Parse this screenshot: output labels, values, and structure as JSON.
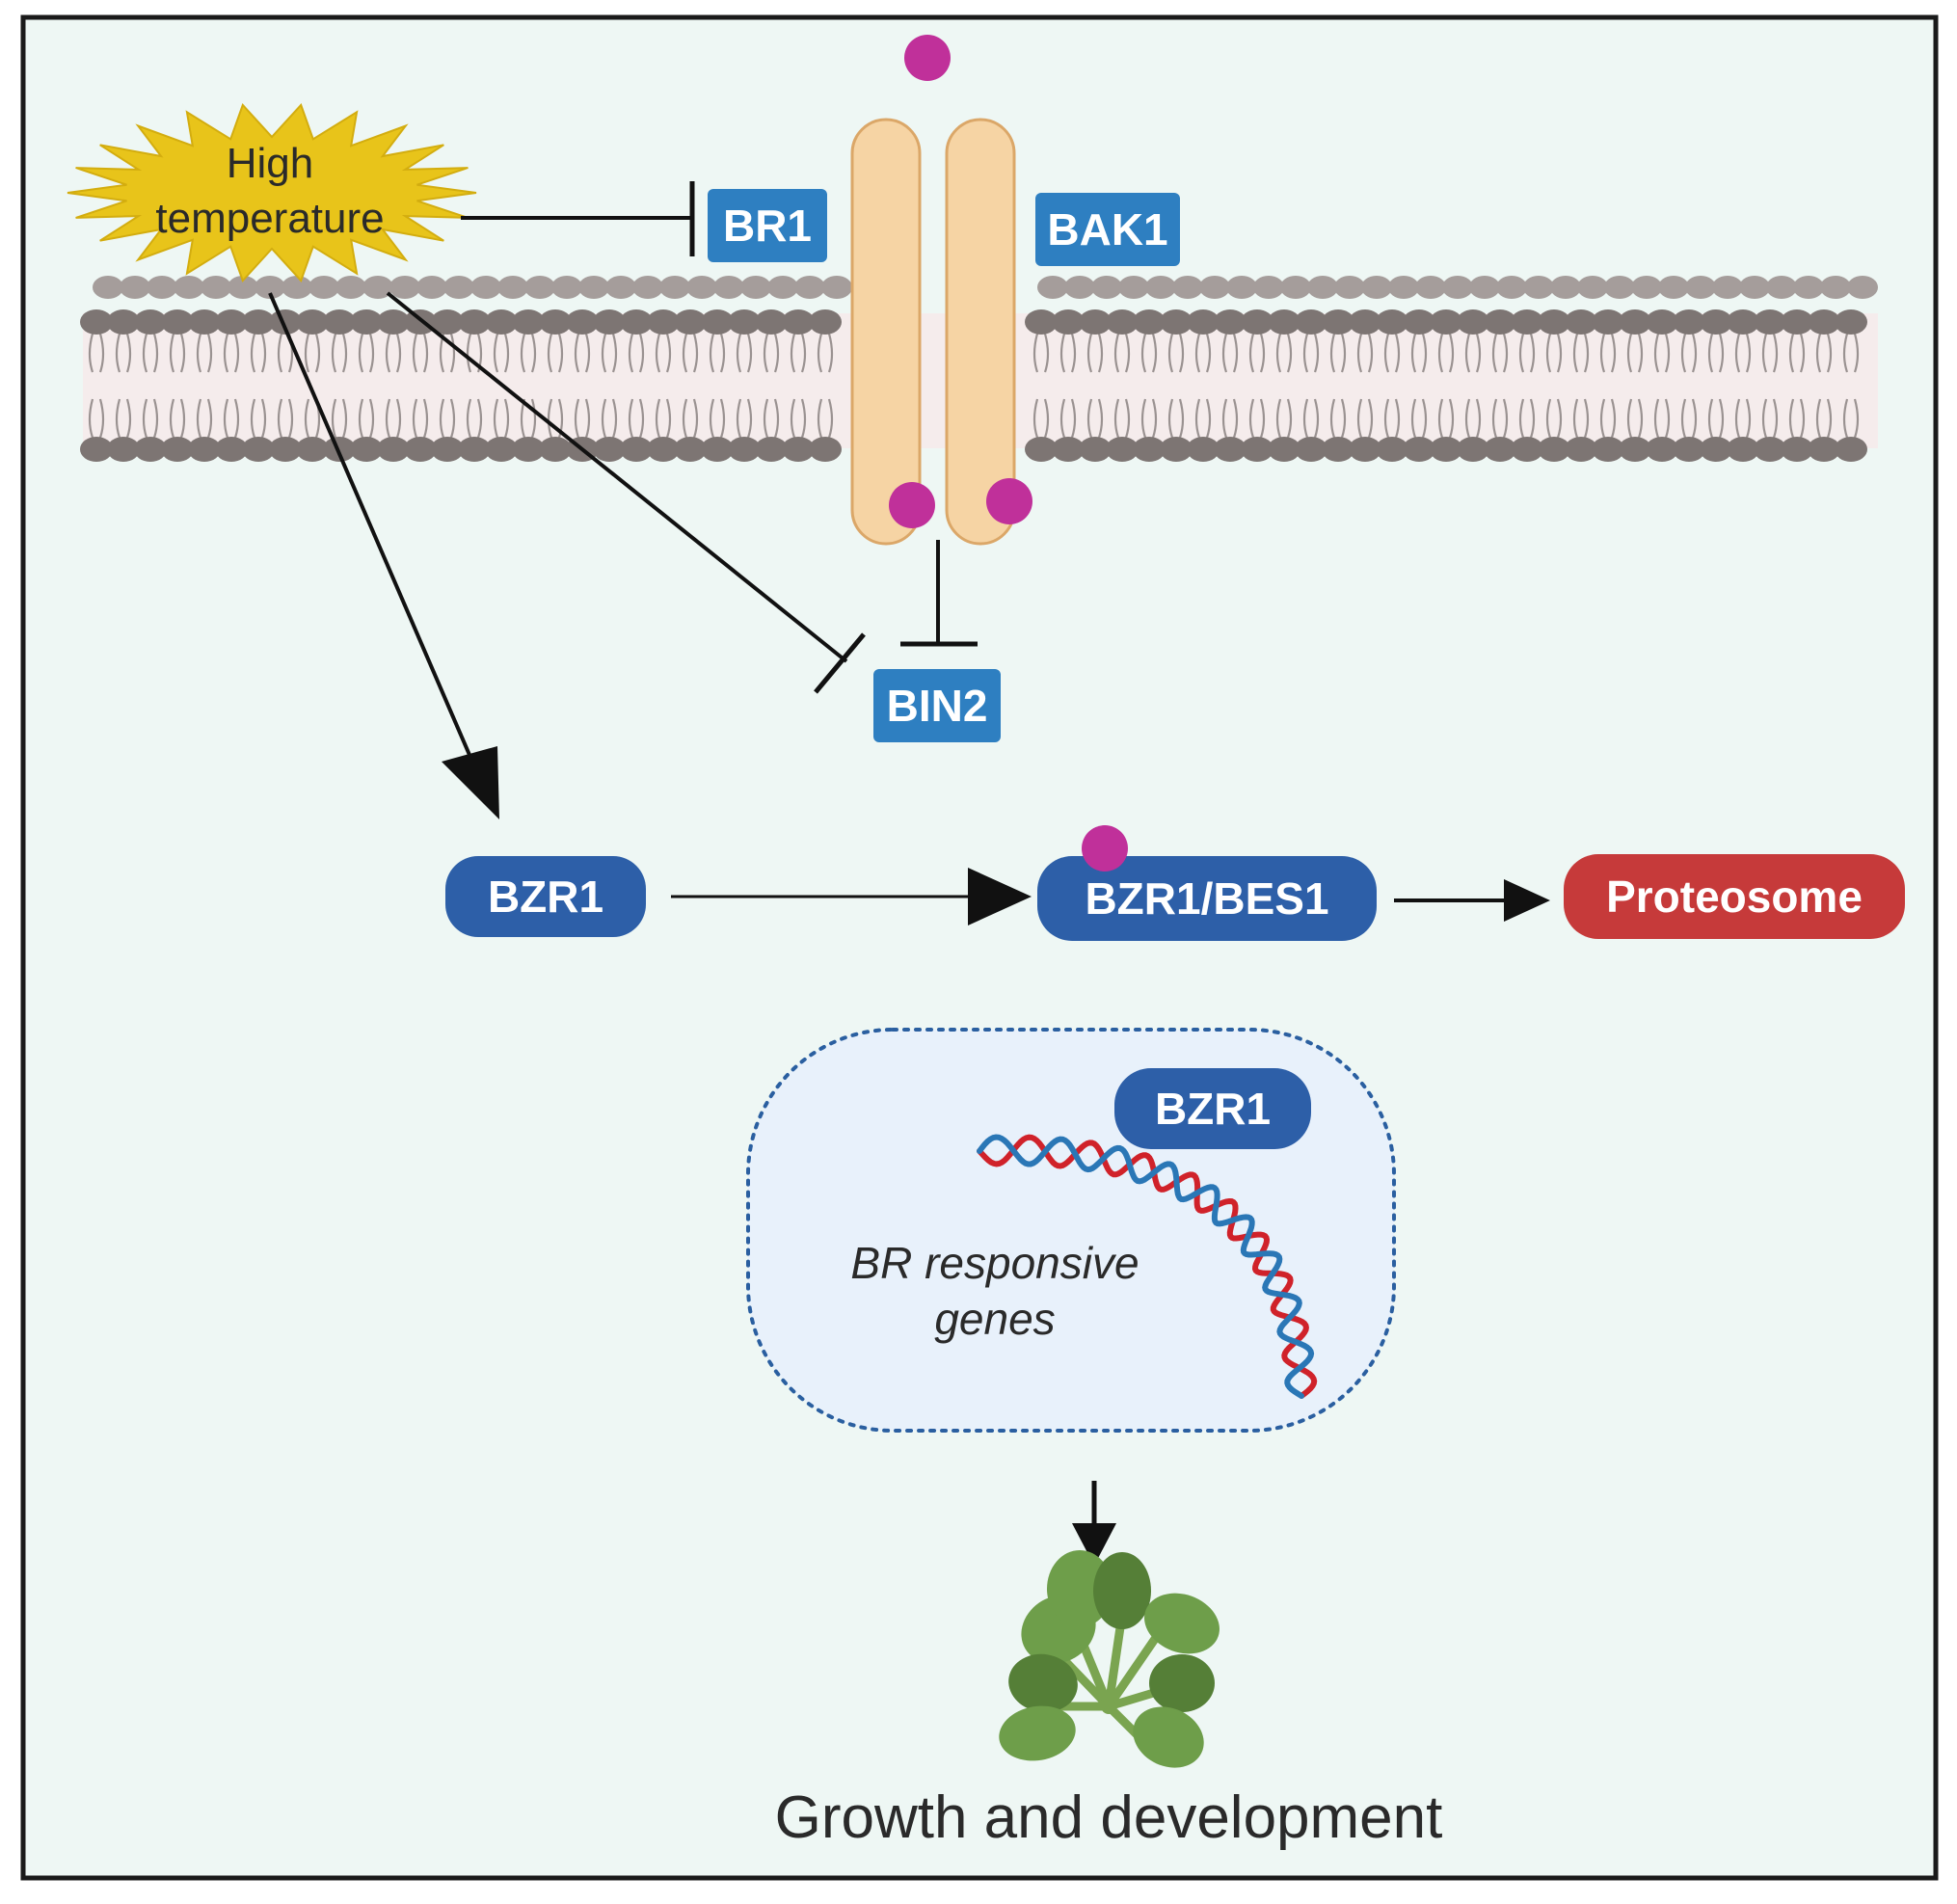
{
  "stimulus": {
    "line1": "High",
    "line2": "temperature"
  },
  "receptors": {
    "br1": "BR1",
    "bak1": "BAK1"
  },
  "kinase": {
    "bin2": "BIN2"
  },
  "factors": {
    "bzr1": "BZR1",
    "bzr1_bes1": "BZR1/BES1",
    "proteosome": "Proteosome"
  },
  "nucleus": {
    "bound_factor": "BZR1",
    "genes_line1": "BR responsive",
    "genes_line2": "genes"
  },
  "outcome": {
    "label": "Growth and development"
  },
  "colors": {
    "background": "#eef7f4",
    "frame": "#1a1a1a",
    "protein_box": "#2e7fc1",
    "factor_pill": "#2d5fa8",
    "proteosome_pill": "#c63a3a",
    "phosphate": "#c0309a",
    "starburst": "#e8c41a",
    "receptor": "#f6d4a4",
    "receptor_outline": "#dba768",
    "membrane_head": "#8a8280",
    "membrane_core": "#f5ecec",
    "dna_red": "#d0222a",
    "dna_blue": "#2a77b6",
    "leaf": "#6e9e4a",
    "leaf_dark": "#557f37"
  }
}
